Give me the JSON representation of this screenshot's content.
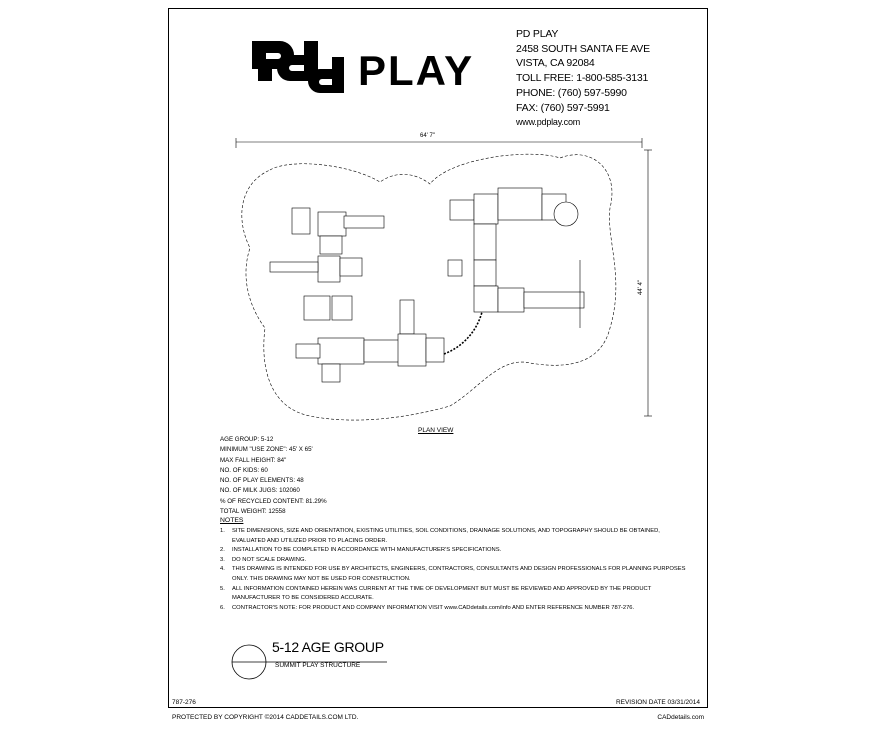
{
  "logo": {
    "text": "PLAY"
  },
  "company": {
    "name": "PD PLAY",
    "address": "2458 SOUTH SANTA FE AVE",
    "city": "VISTA, CA 92084",
    "toll_free": "TOLL FREE: 1-800-585-3131",
    "phone": "PHONE: (760) 597-5990",
    "fax": "FAX: (760) 597-5991",
    "website": "www.pdplay.com"
  },
  "plan": {
    "width_dim": "64' 7\"",
    "height_dim": "44' 4\"",
    "label": "PLAN VIEW"
  },
  "specs": [
    "AGE GROUP: 5-12",
    "MINIMUM \"USE ZONE\": 45' X 65'",
    "MAX FALL HEIGHT: 84\"",
    "NO. OF KIDS: 60",
    "NO. OF PLAY ELEMENTS: 48",
    "NO. OF MILK JUGS: 102060",
    "% OF RECYCLED CONTENT: 81.29%",
    "TOTAL WEIGHT: 12558"
  ],
  "notes": {
    "title": "NOTES",
    "items": [
      {
        "num": "1.",
        "text": "SITE DIMENSIONS, SIZE AND ORIENTATION, EXISTING UTILITIES, SOIL CONDITIONS, DRAINAGE SOLUTIONS, AND TOPOGRAPHY SHOULD BE OBTAINED, EVALUATED AND UTILIZED PRIOR TO PLACING ORDER."
      },
      {
        "num": "2.",
        "text": "INSTALLATION TO BE COMPLETED IN ACCORDANCE WITH MANUFACTURER'S SPECIFICATIONS."
      },
      {
        "num": "3.",
        "text": "DO NOT SCALE DRAWING."
      },
      {
        "num": "4.",
        "text": "THIS DRAWING IS INTENDED FOR USE BY ARCHITECTS, ENGINEERS, CONTRACTORS, CONSULTANTS AND DESIGN PROFESSIONALS FOR PLANNING PURPOSES ONLY.  THIS DRAWING MAY NOT BE USED FOR CONSTRUCTION."
      },
      {
        "num": "5.",
        "text": "ALL INFORMATION CONTAINED HEREIN WAS CURRENT AT THE TIME OF DEVELOPMENT BUT MUST BE REVIEWED AND APPROVED BY THE PRODUCT MANUFACTURER TO BE CONSIDERED ACCURATE."
      },
      {
        "num": "6.",
        "text": "CONTRACTOR'S NOTE: FOR PRODUCT AND COMPANY INFORMATION VISIT www.CADdetails.com/info AND ENTER REFERENCE NUMBER 787-276."
      }
    ]
  },
  "title_block": {
    "title": "5-12 AGE GROUP",
    "subtitle": "SUMMIT PLAY STRUCTURE"
  },
  "footer": {
    "drawing_number": "787-276",
    "revision_date": "REVISION DATE 03/31/2014",
    "copyright": "PROTECTED BY COPYRIGHT ©2014  CADDETAILS.COM LTD.",
    "cad_url": "CADdetails.com"
  }
}
